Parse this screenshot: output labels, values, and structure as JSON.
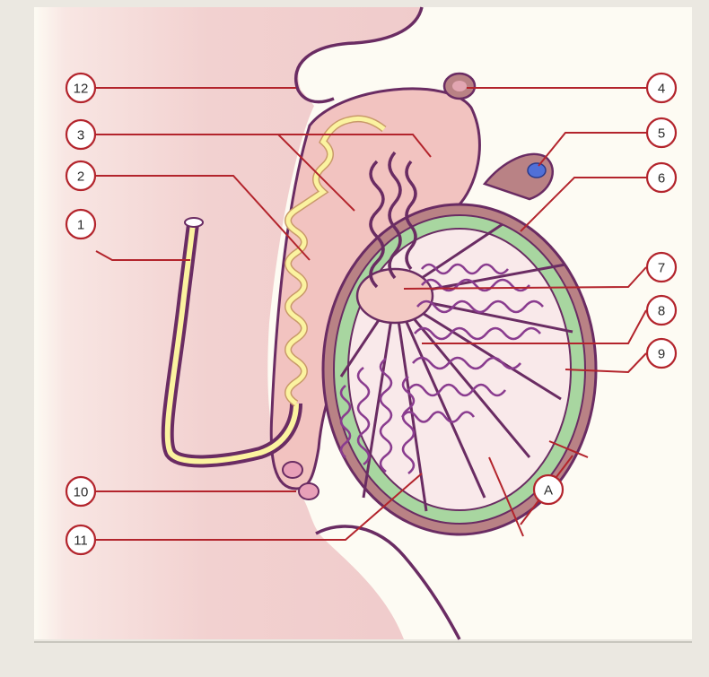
{
  "diagram": {
    "labels": [
      {
        "id": "1",
        "text": "1"
      },
      {
        "id": "2",
        "text": "2"
      },
      {
        "id": "3",
        "text": "3"
      },
      {
        "id": "4",
        "text": "4"
      },
      {
        "id": "5",
        "text": "5"
      },
      {
        "id": "6",
        "text": "6"
      },
      {
        "id": "7",
        "text": "7"
      },
      {
        "id": "8",
        "text": "8"
      },
      {
        "id": "9",
        "text": "9"
      },
      {
        "id": "10",
        "text": "10"
      },
      {
        "id": "11",
        "text": "11"
      },
      {
        "id": "12",
        "text": "12"
      }
    ],
    "measure_label": "A",
    "colors": {
      "page": "#fdfbf3",
      "body_skin": "#f3d3d3",
      "tissue": "#b98285",
      "outline": "#6a2c63",
      "capsule": "#a8d6a0",
      "lobule": "#f9e9ea",
      "tubule": "#8a3c8f",
      "duct_yellow": "#fbf3a0",
      "vessel_blue": "#5070d8",
      "leader": "#b3242c"
    }
  }
}
